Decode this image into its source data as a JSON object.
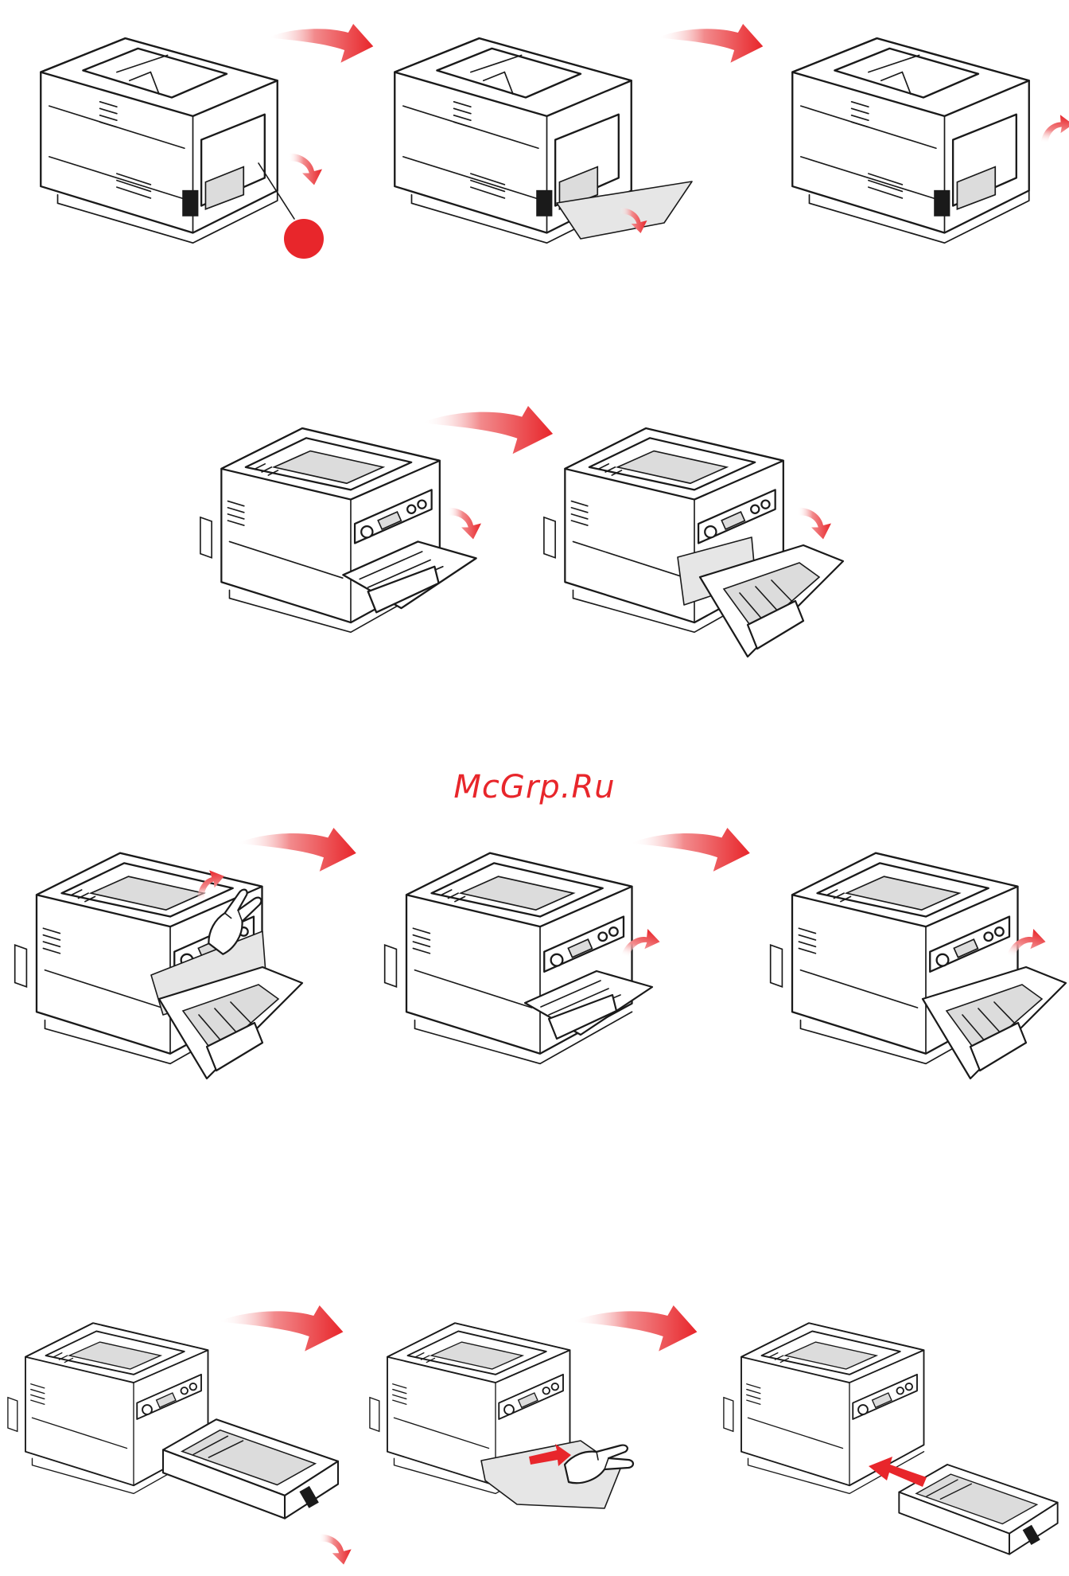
{
  "watermark": {
    "text": "McGrp.Ru"
  },
  "colors": {
    "accent": "#e8262b",
    "ink": "#1a1a1a",
    "paper": "#ffffff",
    "shade": "#e6e6e6"
  },
  "steps": [
    {
      "row": 1,
      "kind": "rear",
      "variant": "lever",
      "callout": true
    },
    {
      "row": 1,
      "kind": "rear",
      "variant": "open-paper"
    },
    {
      "row": 1,
      "kind": "rear",
      "variant": "close"
    },
    {
      "row": 2,
      "kind": "front",
      "variant": "mp-tray-open"
    },
    {
      "row": 2,
      "kind": "front",
      "variant": "cover-open"
    },
    {
      "row": 3,
      "kind": "front",
      "variant": "remove-paper-hand"
    },
    {
      "row": 3,
      "kind": "front",
      "variant": "close-mp-tray"
    },
    {
      "row": 3,
      "kind": "front",
      "variant": "close-cover"
    },
    {
      "row": 4,
      "kind": "tray",
      "variant": "pull-tray"
    },
    {
      "row": 4,
      "kind": "tray",
      "variant": "remove-paper-hand"
    },
    {
      "row": 4,
      "kind": "tray",
      "variant": "insert-tray"
    }
  ],
  "icons": [
    "printer-rear-icon",
    "printer-front-icon",
    "paper-tray-icon",
    "hand-icon",
    "red-arrow-icon",
    "callout-dot-icon"
  ]
}
